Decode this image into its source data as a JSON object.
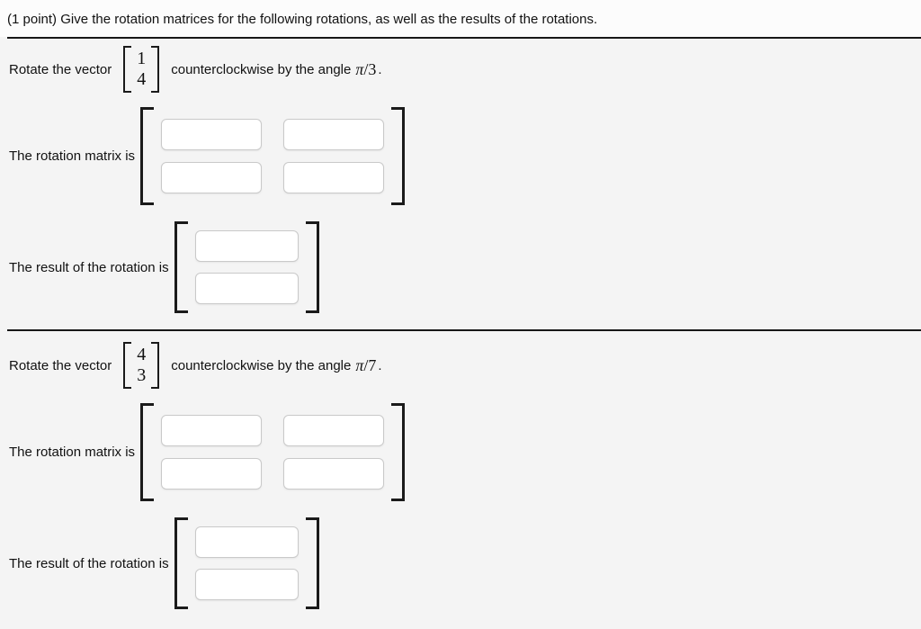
{
  "page": {
    "title": "(1 point) Give the rotation matrices for the following rotations, as well as the results of the rotations.",
    "background_color": "#f4f4f4",
    "divider_color": "#171717"
  },
  "sections": [
    {
      "prompt_prefix": "Rotate the vector",
      "vector_top": "1",
      "vector_bottom": "4",
      "prompt_middle": "counterclockwise by the angle",
      "angle_pi": "π",
      "angle_rest": "/3",
      "prompt_end": ".",
      "matrix_label": "The rotation matrix is",
      "result_label": "The result of the rotation is"
    },
    {
      "prompt_prefix": "Rotate the vector",
      "vector_top": "4",
      "vector_bottom": "3",
      "prompt_middle": "counterclockwise by the angle",
      "angle_pi": "π",
      "angle_rest": "/7",
      "prompt_end": ".",
      "matrix_label": "The rotation matrix is",
      "result_label": "The result of the rotation is"
    }
  ]
}
